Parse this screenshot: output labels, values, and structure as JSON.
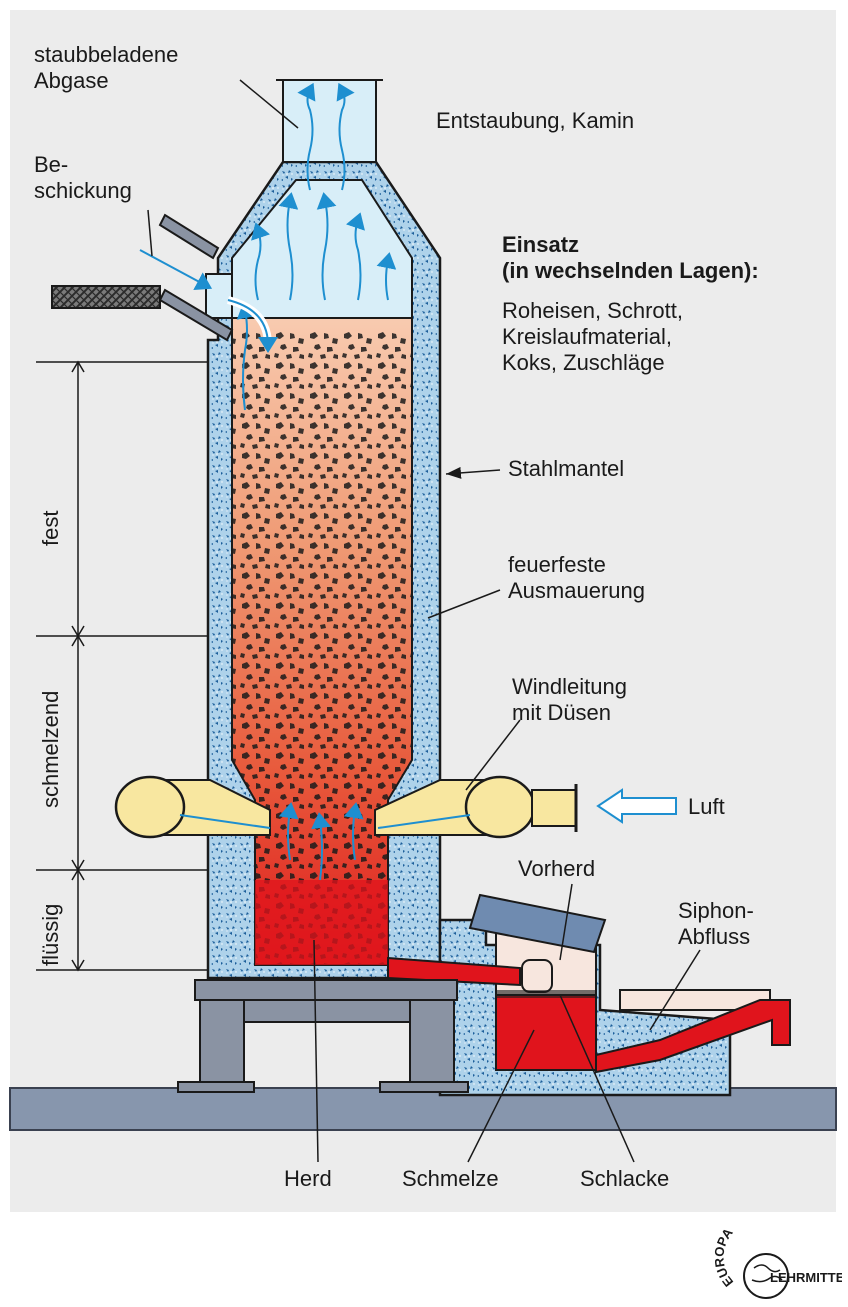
{
  "labels": {
    "exhaust": "staubbeladene\nAbgase",
    "dedusting": "Entstaubung, Kamin",
    "charging": "Be-\nschickung",
    "charge_title": "Einsatz\n(in wechselnden Lagen):",
    "charge_materials": "Roheisen, Schrott,\nKreislaufmaterial,\nKoks, Zuschläge",
    "steel_shell": "Stahlmantel",
    "lining": "feuerfeste\nAusmauerung",
    "wind_pipe": "Windleitung\nmit Düsen",
    "air": "Luft",
    "forehearth": "Vorherd",
    "siphon": "Siphon-\nAbfluss",
    "hearth": "Herd",
    "melt": "Schmelze",
    "slag": "Schlacke"
  },
  "zones": {
    "solid": "fest",
    "melting": "schmelzend",
    "liquid": "flüssig"
  },
  "logo": {
    "top": "EUROPA",
    "bottom": "LEHRMITTEL"
  },
  "colors": {
    "background": "#ececec",
    "lining": "#a9cfe8",
    "charge_top": "#f6c6a8",
    "charge_bottom": "#dd1a1a",
    "melt": "#e0141c",
    "gas_zone": "#d8eef8",
    "arrows": "#1e8fd0",
    "wind_pipe": "#f8e7a0",
    "steel": "#8a93a3",
    "ground": "#8796ad"
  }
}
